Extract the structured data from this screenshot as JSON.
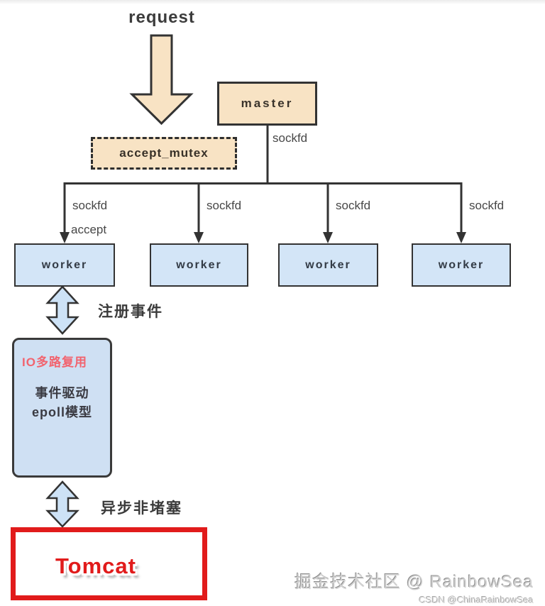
{
  "labels": {
    "request": "request",
    "master": "master",
    "accept_mutex": "accept_mutex",
    "sockfd_master": "sockfd",
    "accept": "accept",
    "register_event": "注册事件",
    "async_nonblocking": "异步非堵塞",
    "tomcat": "Tomcat"
  },
  "branches": [
    {
      "sockfd": "sockfd",
      "worker": "worker"
    },
    {
      "sockfd": "sockfd",
      "worker": "worker"
    },
    {
      "sockfd": "sockfd",
      "worker": "worker"
    },
    {
      "sockfd": "sockfd",
      "worker": "worker"
    }
  ],
  "io_box": {
    "title": "IO多路复用",
    "body_line1": "事件驱动",
    "body_line2": "epoll模型"
  },
  "watermark": {
    "line1": "掘金技术社区 @ RainbowSea",
    "line2": "CSDN @ChinaRainbowSea"
  },
  "colors": {
    "tan_fill": "#f8e3c4",
    "worker_blue": "#d3e5f7",
    "io_blue": "#cfe0f3",
    "double_arrow_blue": "#cde2f6",
    "line_dark": "#333333",
    "tomcat_red": "#e11b1b",
    "io_title_red": "#f2636e",
    "watermark_gray": "#b5b5b5"
  }
}
